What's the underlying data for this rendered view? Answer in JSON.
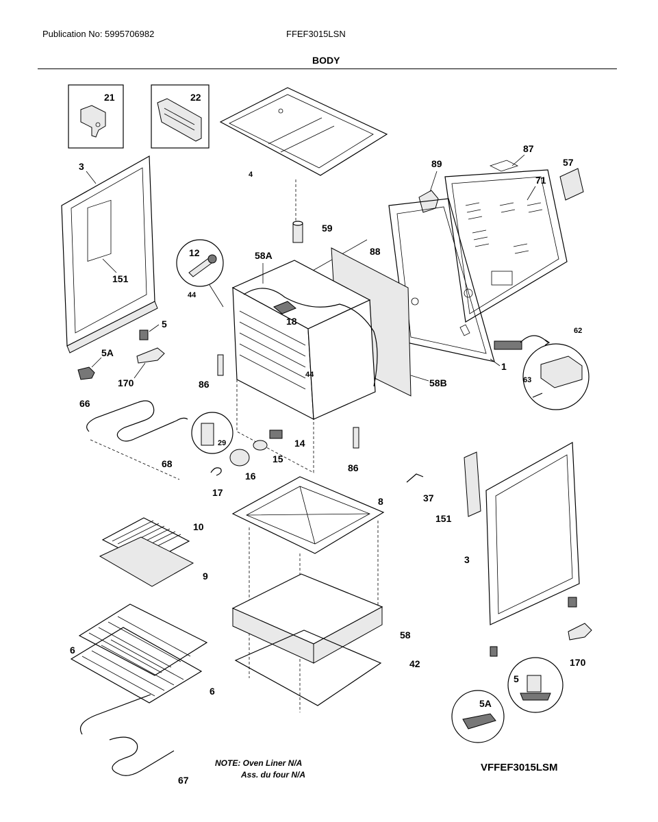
{
  "header": {
    "publication": "Publication No: 5995706982",
    "model": "FFEF3015LSN",
    "section": "BODY"
  },
  "note": {
    "line1": "NOTE: Oven Liner N/A",
    "line2": "Ass. du four N/A"
  },
  "variant_model": "VFFEF3015LSM",
  "callouts": {
    "c21": "21",
    "c22": "22",
    "c4": "4",
    "c3_left": "3",
    "c151_left": "151",
    "c87": "87",
    "c89": "89",
    "c57": "57",
    "c71": "71",
    "c59": "59",
    "c88": "88",
    "c12": "12",
    "c58a": "58A",
    "c44_top": "44",
    "c18": "18",
    "c5_left": "5",
    "c5a_left": "5A",
    "c170_left": "170",
    "c86_left": "86",
    "c44_mid": "44",
    "c58b": "58B",
    "c1": "1",
    "c62": "62",
    "c63": "63",
    "c66": "66",
    "c29": "29",
    "c14": "14",
    "c15": "15",
    "c16": "16",
    "c68": "68",
    "c86_right": "86",
    "c17": "17",
    "c37": "37",
    "c8": "8",
    "c151_right": "151",
    "c10": "10",
    "c9": "9",
    "c3_right": "3",
    "c58": "58",
    "c6_top": "6",
    "c42": "42",
    "c6_bot": "6",
    "c170_right": "170",
    "c5_right": "5",
    "c5a_right": "5A",
    "c67": "67"
  }
}
